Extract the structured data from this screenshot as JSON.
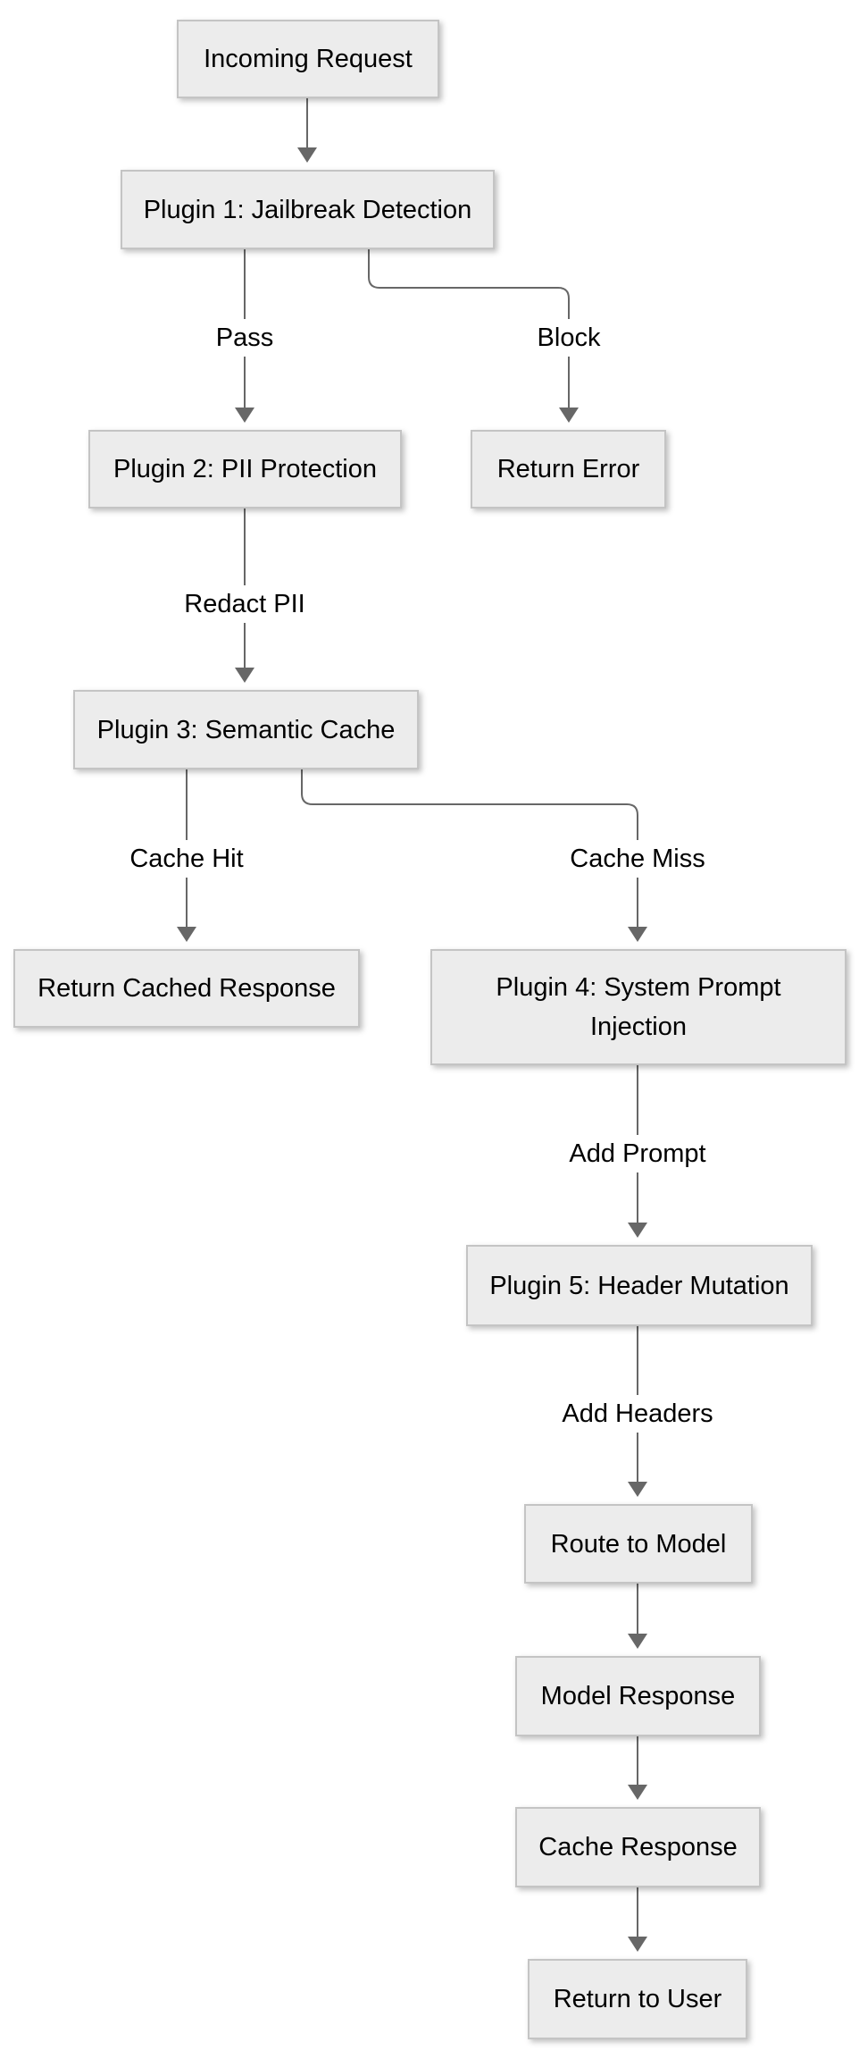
{
  "diagram": {
    "type": "flowchart",
    "background_color": "#ffffff",
    "node_fill_color": "#ececec",
    "node_border_color": "#c4c4c4",
    "edge_color": "#676767",
    "text_color": "#000000",
    "nodes": [
      {
        "id": "incoming",
        "label": "Incoming Request"
      },
      {
        "id": "plugin1",
        "label": "Plugin 1: Jailbreak Detection"
      },
      {
        "id": "plugin2",
        "label": "Plugin 2: PII Protection"
      },
      {
        "id": "return_error",
        "label": "Return Error"
      },
      {
        "id": "plugin3",
        "label": "Plugin 3: Semantic Cache"
      },
      {
        "id": "return_cached",
        "label": "Return Cached Response"
      },
      {
        "id": "plugin4",
        "label": "Plugin 4: System Prompt Injection"
      },
      {
        "id": "plugin5",
        "label": "Plugin 5: Header Mutation"
      },
      {
        "id": "route",
        "label": "Route to Model"
      },
      {
        "id": "model_response",
        "label": "Model Response"
      },
      {
        "id": "cache_response",
        "label": "Cache Response"
      },
      {
        "id": "return_user",
        "label": "Return to User"
      }
    ],
    "edges": [
      {
        "from": "incoming",
        "to": "plugin1",
        "label": ""
      },
      {
        "from": "plugin1",
        "to": "plugin2",
        "label": "Pass"
      },
      {
        "from": "plugin1",
        "to": "return_error",
        "label": "Block"
      },
      {
        "from": "plugin2",
        "to": "plugin3",
        "label": "Redact PII"
      },
      {
        "from": "plugin3",
        "to": "return_cached",
        "label": "Cache Hit"
      },
      {
        "from": "plugin3",
        "to": "plugin4",
        "label": "Cache Miss"
      },
      {
        "from": "plugin4",
        "to": "plugin5",
        "label": "Add Prompt"
      },
      {
        "from": "plugin5",
        "to": "route",
        "label": "Add Headers"
      },
      {
        "from": "route",
        "to": "model_response",
        "label": ""
      },
      {
        "from": "model_response",
        "to": "cache_response",
        "label": ""
      },
      {
        "from": "cache_response",
        "to": "return_user",
        "label": ""
      }
    ]
  }
}
